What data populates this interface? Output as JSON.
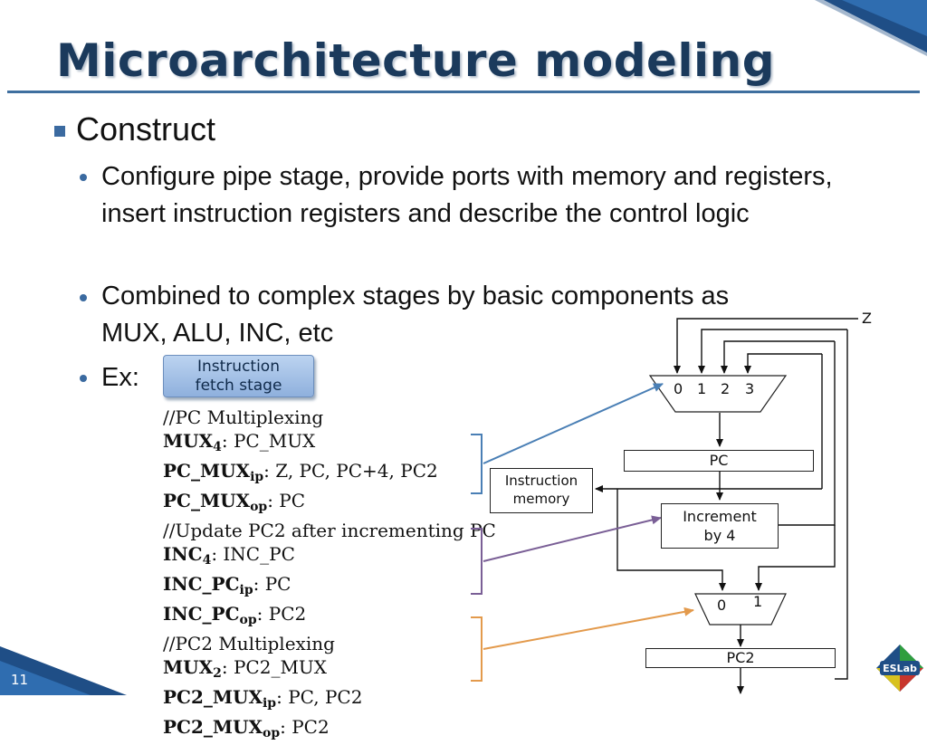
{
  "title": "Microarchitecture modeling",
  "bullets": {
    "construct": "Construct",
    "configure": "Configure pipe stage, provide ports with memory and registers, insert instruction registers and describe the control logic",
    "combined_line1": "Combined to complex stages by basic components as",
    "combined_line2": "MUX, ALU, INC, etc",
    "ex": "Ex:"
  },
  "callout": {
    "line1": "Instruction",
    "line2": "fetch stage"
  },
  "code": {
    "c1": "//PC Multiplexing",
    "mux4_name": "MUX",
    "mux4_sub": "4",
    "mux4_val": ": PC_MUX",
    "pcmux_ip_name": "PC_MUX",
    "pcmux_ip_sub": "ip",
    "pcmux_ip_val": ": Z, PC, PC+4, PC2",
    "pcmux_op_name": "PC_MUX",
    "pcmux_op_sub": "op",
    "pcmux_op_val": ": PC",
    "c2": "//Update PC2 after incrementing PC",
    "inc4_name": "INC",
    "inc4_sub": "4",
    "inc4_val": ": INC_PC",
    "incpc_ip_name": "INC_PC",
    "incpc_ip_sub": "ip",
    "incpc_ip_val": ": PC",
    "incpc_op_name": "INC_PC",
    "incpc_op_sub": "op",
    "incpc_op_val": ": PC2",
    "c3": "//PC2 Multiplexing",
    "mux2_name": "MUX",
    "mux2_sub": "2",
    "mux2_val": ": PC2_MUX",
    "pc2mux_ip_name": "PC2_MUX",
    "pc2mux_ip_sub": "ip",
    "pc2mux_ip_val": ": PC, PC2",
    "pc2mux_op_name": "PC2_MUX",
    "pc2mux_op_sub": "op",
    "pc2mux_op_val": ": PC2"
  },
  "diagram": {
    "z_label": "Z",
    "mux4_inputs": [
      "0",
      "1",
      "2",
      "3"
    ],
    "pc_label": "PC",
    "imem_line1": "Instruction",
    "imem_line2": "memory",
    "inc_line1": "Increment",
    "inc_line2": "by 4",
    "mux2_inputs": [
      "0",
      "1"
    ],
    "pc2_label": "PC2"
  },
  "colors": {
    "title": "#1b3a5c",
    "accent": "#3b6aa0",
    "arrow_blue": "#4a7fb5",
    "arrow_purple": "#7a5f96",
    "arrow_orange": "#e39a4c"
  },
  "logo_text": "ESLab",
  "slide_number": "11"
}
